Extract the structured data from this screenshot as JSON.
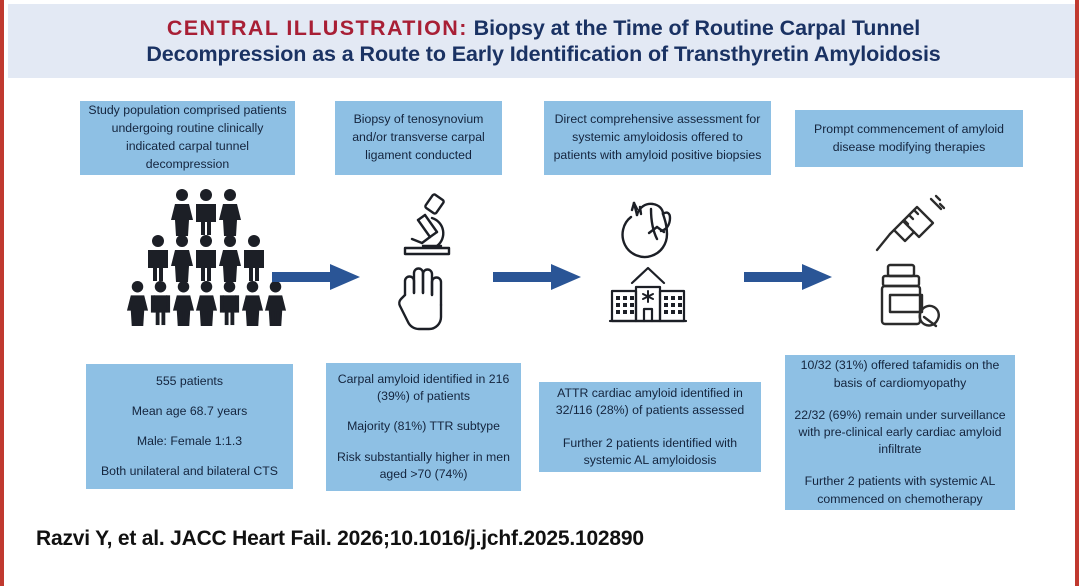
{
  "header": {
    "kicker": "CENTRAL ILLUSTRATION:",
    "title_line_1": "Biopsy at the Time of Routine Carpal Tunnel",
    "title_line_2": "Decompression as a Route to Early Identification of Transthyretin Amyloidosis"
  },
  "colors": {
    "frame_red": "#c0392f",
    "header_band": "#e3e9f4",
    "kicker_red": "#a81f35",
    "title_navy": "#1a3263",
    "box_blue": "#8ec0e4",
    "arrow_navy": "#2a5596",
    "icon_dark": "#1c1f26",
    "text_dark": "#14243d"
  },
  "steps": [
    {
      "id": "population",
      "top_box": "Study population comprised patients undergoing routine clinically indicated carpal tunnel decompression",
      "icons": [
        "people-group-icon"
      ],
      "stats": [
        "555 patients",
        "Mean age 68.7 years",
        "Male: Female 1:1.3",
        "Both unilateral and bilateral CTS"
      ]
    },
    {
      "id": "biopsy",
      "top_box": "Biopsy of tenosynovium and/or transverse carpal ligament conducted",
      "icons": [
        "microscope-icon",
        "hand-icon"
      ],
      "stats": [
        "Carpal amyloid identified in 216 (39%) of patients",
        "Majority (81%) TTR subtype",
        "Risk substantially higher in men aged >70 (74%)"
      ]
    },
    {
      "id": "assessment",
      "top_box": "Direct comprehensive assessment for systemic amyloidosis offered to patients with amyloid positive biopsies",
      "icons": [
        "heart-icon",
        "hospital-icon"
      ],
      "stats": [
        "ATTR cardiac amyloid identified in 32/116 (28%) of patients assessed",
        "Further 2 patients identified with systemic AL amyloidosis"
      ]
    },
    {
      "id": "therapy",
      "top_box": "Prompt commencement of amyloid disease modifying therapies",
      "icons": [
        "syringe-icon",
        "pill-bottle-icon"
      ],
      "stats": [
        "10/32 (31%) offered tafamidis on the basis of cardiomyopathy",
        "22/32 (69%) remain under surveillance with pre-clinical early cardiac amyloid infiltrate",
        "Further 2 patients with systemic AL commenced on chemotherapy"
      ]
    }
  ],
  "flow": {
    "arrows": [
      "arrow-right-icon",
      "arrow-right-icon",
      "arrow-right-icon"
    ]
  },
  "people_pyramid": {
    "rows": [
      3,
      5,
      7
    ],
    "total_label": "555 patients"
  },
  "citation": "Razvi Y, et al. JACC Heart Fail. 2026;10.1016/j.jchf.2025.102890"
}
